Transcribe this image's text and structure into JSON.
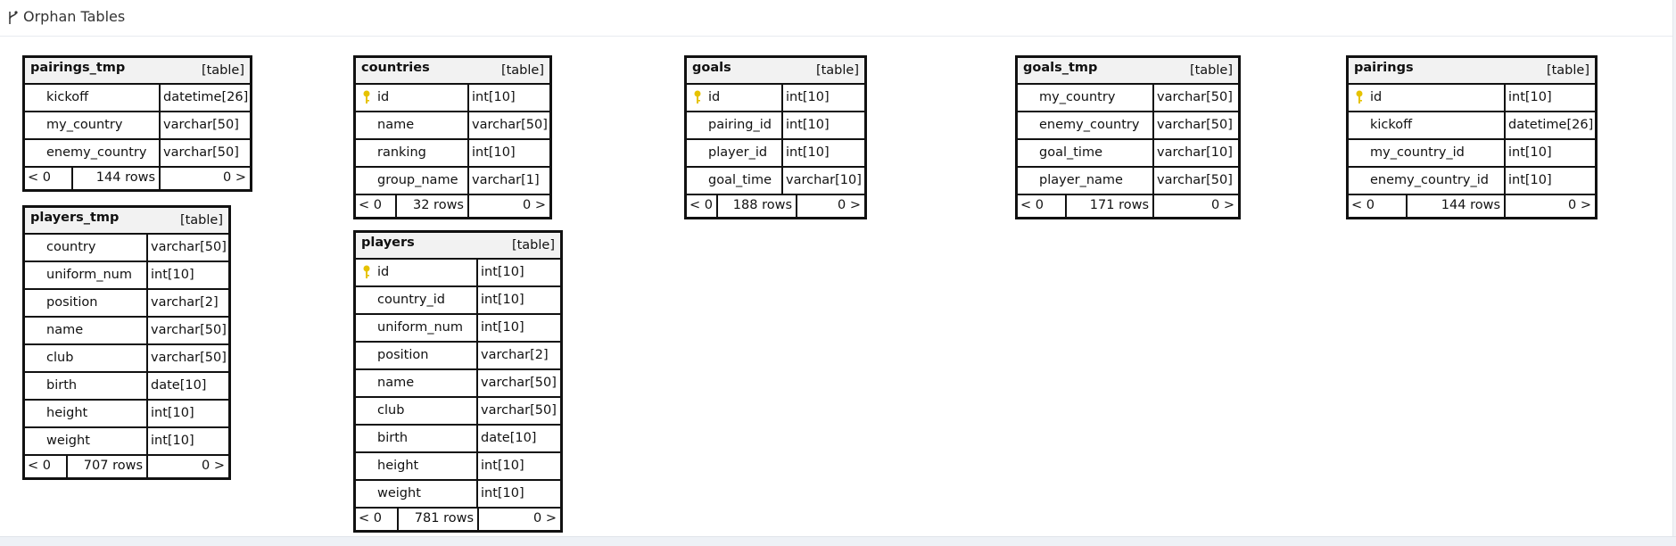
{
  "header": {
    "title": "Orphan Tables",
    "icon": "branch-icon"
  },
  "tables": [
    {
      "name": "pairings_tmp",
      "type": "[table]",
      "columns": [
        {
          "name": "kickoff",
          "type": "datetime[26]",
          "key": false
        },
        {
          "name": "my_country",
          "type": "varchar[50]",
          "key": false
        },
        {
          "name": "enemy_country",
          "type": "varchar[50]",
          "key": false
        }
      ],
      "footer": {
        "prev": "< 0",
        "rows": "144 rows",
        "next": "0 >"
      }
    },
    {
      "name": "players_tmp",
      "type": "[table]",
      "columns": [
        {
          "name": "country",
          "type": "varchar[50]",
          "key": false
        },
        {
          "name": "uniform_num",
          "type": "int[10]",
          "key": false
        },
        {
          "name": "position",
          "type": "varchar[2]",
          "key": false
        },
        {
          "name": "name",
          "type": "varchar[50]",
          "key": false
        },
        {
          "name": "club",
          "type": "varchar[50]",
          "key": false
        },
        {
          "name": "birth",
          "type": "date[10]",
          "key": false
        },
        {
          "name": "height",
          "type": "int[10]",
          "key": false
        },
        {
          "name": "weight",
          "type": "int[10]",
          "key": false
        }
      ],
      "footer": {
        "prev": "< 0",
        "rows": "707 rows",
        "next": "0 >"
      }
    },
    {
      "name": "countries",
      "type": "[table]",
      "columns": [
        {
          "name": "id",
          "type": "int[10]",
          "key": true
        },
        {
          "name": "name",
          "type": "varchar[50]",
          "key": false
        },
        {
          "name": "ranking",
          "type": "int[10]",
          "key": false
        },
        {
          "name": "group_name",
          "type": "varchar[1]",
          "key": false
        }
      ],
      "footer": {
        "prev": "< 0",
        "rows": "32 rows",
        "next": "0 >"
      }
    },
    {
      "name": "players",
      "type": "[table]",
      "columns": [
        {
          "name": "id",
          "type": "int[10]",
          "key": true
        },
        {
          "name": "country_id",
          "type": "int[10]",
          "key": false
        },
        {
          "name": "uniform_num",
          "type": "int[10]",
          "key": false
        },
        {
          "name": "position",
          "type": "varchar[2]",
          "key": false
        },
        {
          "name": "name",
          "type": "varchar[50]",
          "key": false
        },
        {
          "name": "club",
          "type": "varchar[50]",
          "key": false
        },
        {
          "name": "birth",
          "type": "date[10]",
          "key": false
        },
        {
          "name": "height",
          "type": "int[10]",
          "key": false
        },
        {
          "name": "weight",
          "type": "int[10]",
          "key": false
        }
      ],
      "footer": {
        "prev": "< 0",
        "rows": "781 rows",
        "next": "0 >"
      }
    },
    {
      "name": "goals",
      "type": "[table]",
      "columns": [
        {
          "name": "id",
          "type": "int[10]",
          "key": true
        },
        {
          "name": "pairing_id",
          "type": "int[10]",
          "key": false
        },
        {
          "name": "player_id",
          "type": "int[10]",
          "key": false
        },
        {
          "name": "goal_time",
          "type": "varchar[10]",
          "key": false
        }
      ],
      "footer": {
        "prev": "< 0",
        "rows": "188 rows",
        "next": "0 >"
      }
    },
    {
      "name": "goals_tmp",
      "type": "[table]",
      "columns": [
        {
          "name": "my_country",
          "type": "varchar[50]",
          "key": false
        },
        {
          "name": "enemy_country",
          "type": "varchar[50]",
          "key": false
        },
        {
          "name": "goal_time",
          "type": "varchar[10]",
          "key": false
        },
        {
          "name": "player_name",
          "type": "varchar[50]",
          "key": false
        }
      ],
      "footer": {
        "prev": "< 0",
        "rows": "171 rows",
        "next": "0 >"
      }
    },
    {
      "name": "pairings",
      "type": "[table]",
      "columns": [
        {
          "name": "id",
          "type": "int[10]",
          "key": true
        },
        {
          "name": "kickoff",
          "type": "datetime[26]",
          "key": false
        },
        {
          "name": "my_country_id",
          "type": "int[10]",
          "key": false
        },
        {
          "name": "enemy_country_id",
          "type": "int[10]",
          "key": false
        }
      ],
      "footer": {
        "prev": "< 0",
        "rows": "144 rows",
        "next": "0 >"
      }
    }
  ],
  "colors": {
    "key_icon": "#e6c200",
    "border": "#111111",
    "header_bg": "#f2f2f2"
  }
}
